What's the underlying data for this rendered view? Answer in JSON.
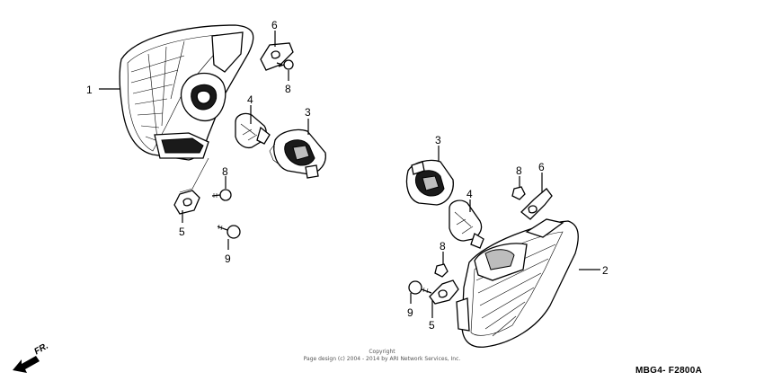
{
  "diagram": {
    "callouts": [
      "1",
      "2",
      "3",
      "3",
      "4",
      "4",
      "5",
      "5",
      "6",
      "6",
      "8",
      "8",
      "8",
      "8",
      "9",
      "9"
    ],
    "front_label": "FR.",
    "copyright_line1": "Copyright",
    "copyright_line2": "Page design (c) 2004 - 2014 by ARI Network Services, Inc.",
    "diagram_code": "MBG4- F2800A"
  }
}
